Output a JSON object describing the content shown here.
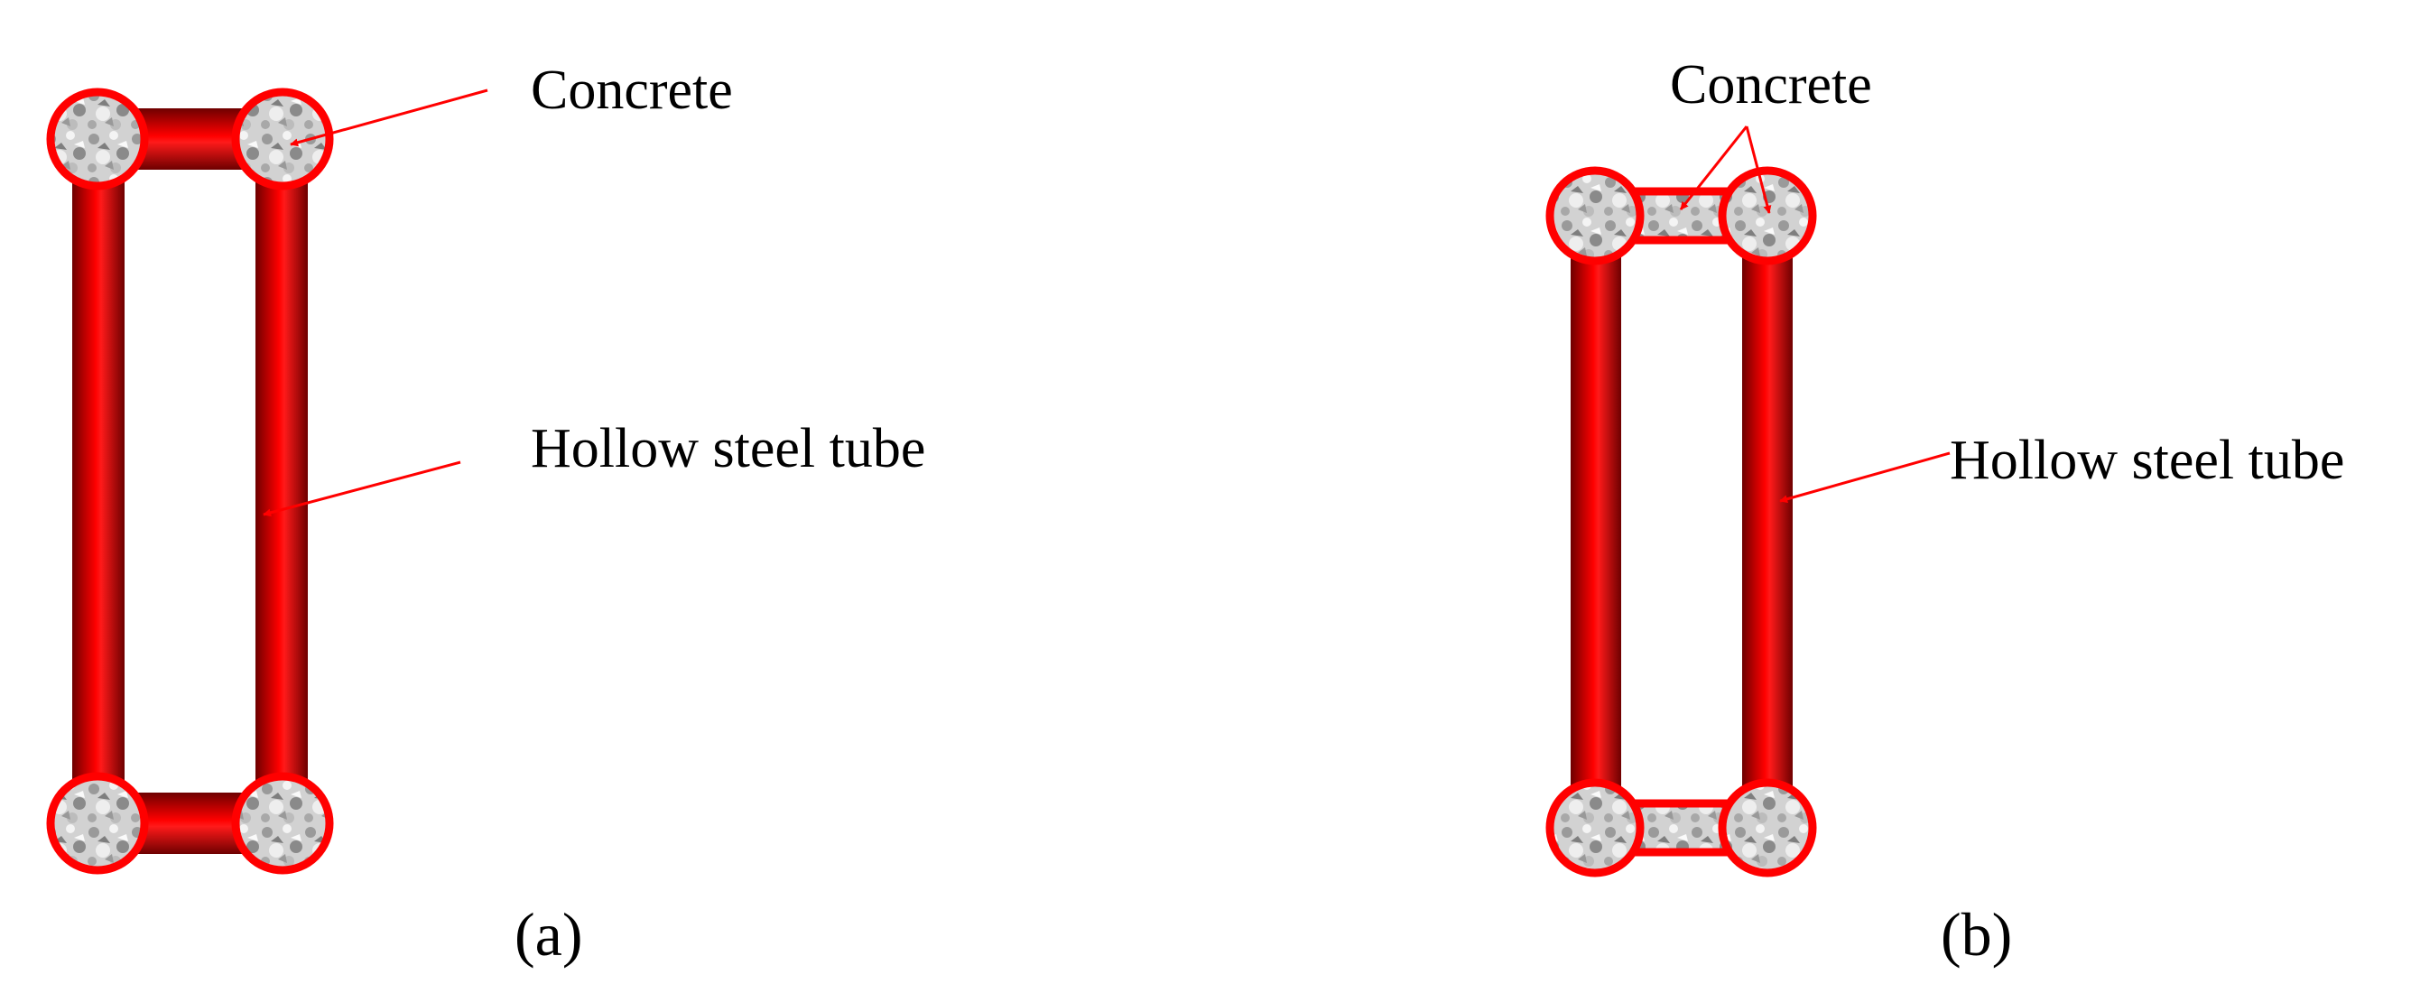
{
  "colors": {
    "steel_red": "#ff0000",
    "steel_dark": "#7a0000",
    "concrete_light": "#e6e6e6",
    "concrete_dark": "#8c8c8c",
    "arrow": "#ff0000",
    "text": "#000000"
  },
  "panels": [
    {
      "id": "a",
      "caption": "(a)",
      "labels": {
        "concrete": "Concrete",
        "tube": "Hollow steel tube"
      }
    },
    {
      "id": "b",
      "caption": "(b)",
      "labels": {
        "concrete": "Concrete",
        "tube": "Hollow steel tube"
      }
    }
  ]
}
